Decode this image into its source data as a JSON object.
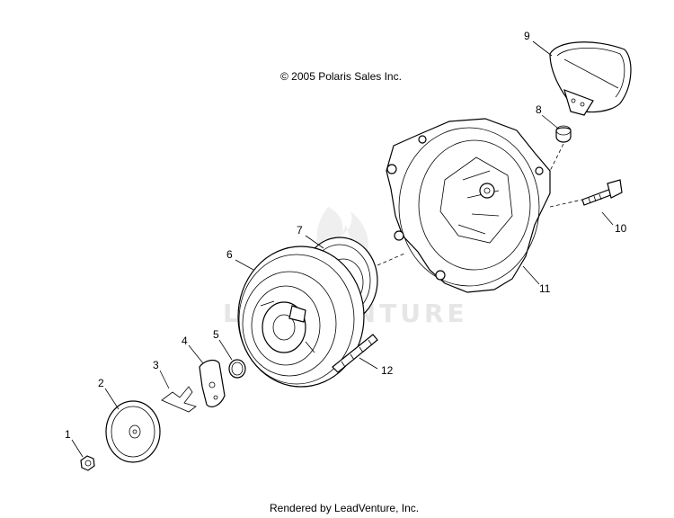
{
  "copyright": "© 2005 Polaris Sales Inc.",
  "footer": "Rendered by LeadVenture, Inc.",
  "watermark": "LEADVENTURE",
  "callouts": [
    "1",
    "2",
    "3",
    "4",
    "5",
    "6",
    "7",
    "8",
    "9",
    "10",
    "11",
    "12"
  ]
}
